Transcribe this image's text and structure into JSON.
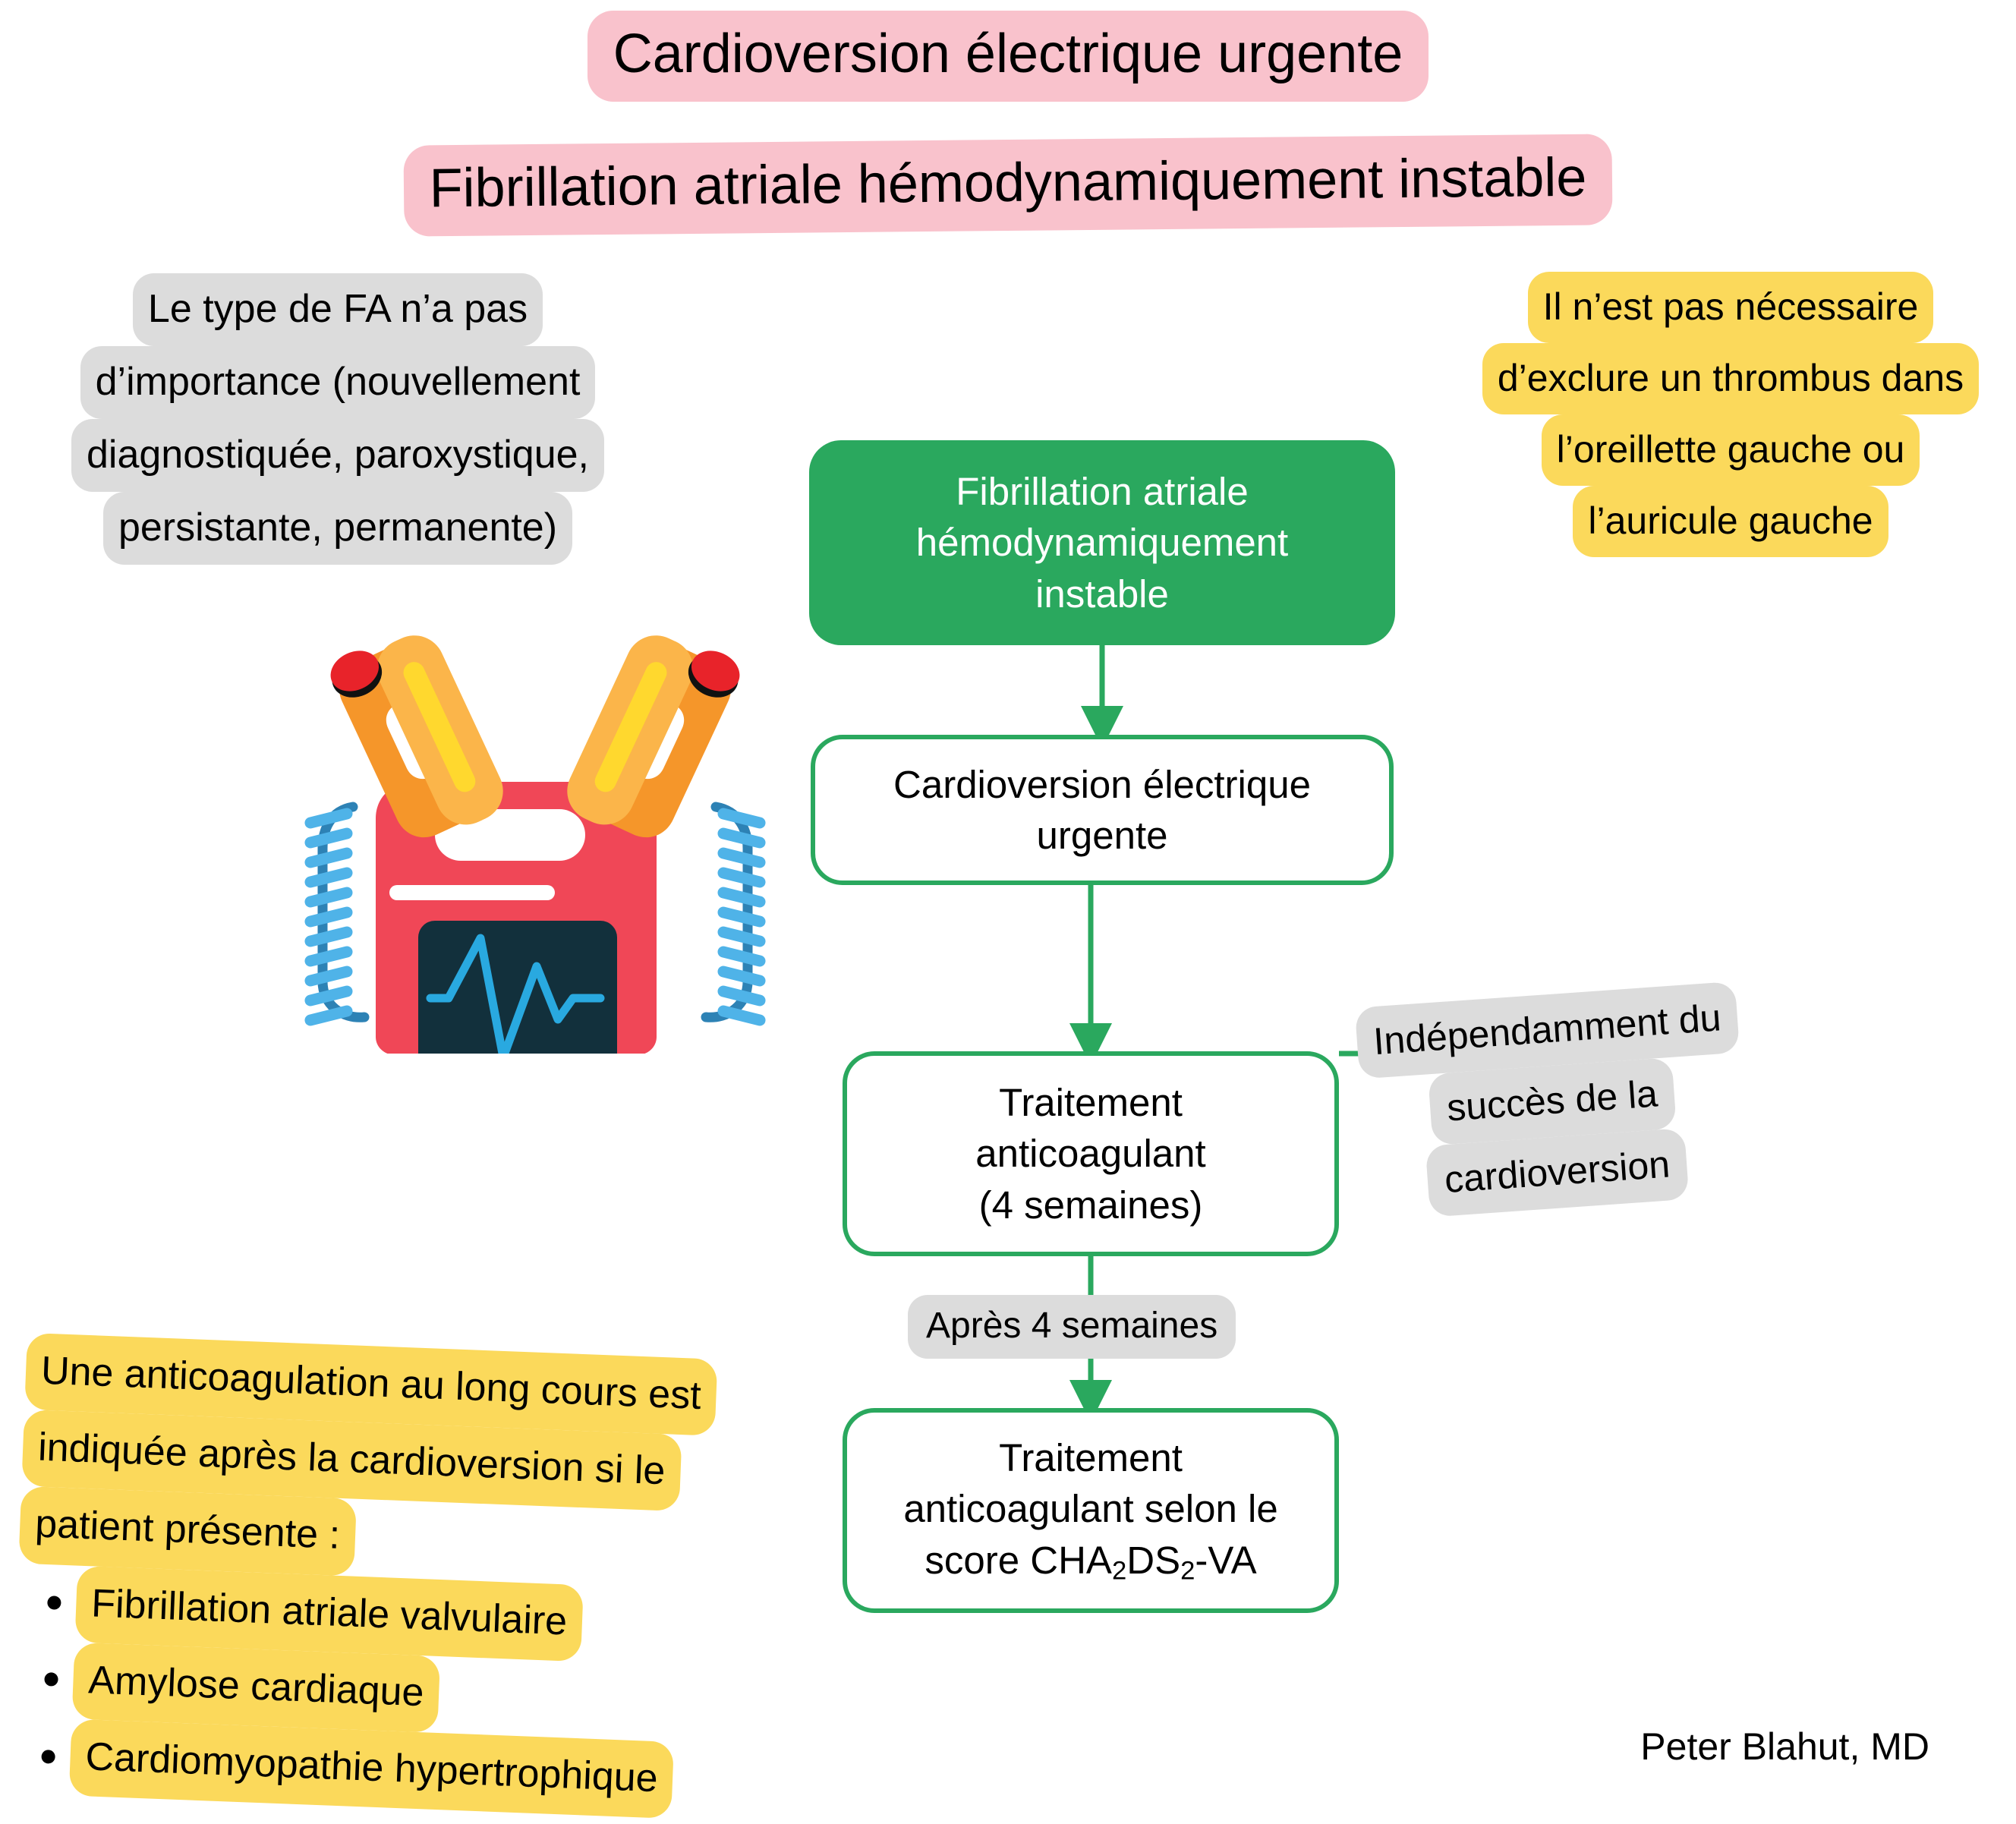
{
  "titles": {
    "line1": "Cardioversion électrique urgente",
    "line2": "Fibrillation atriale hémodynamiquement instable"
  },
  "colors": {
    "pink_highlight": "#f9c2cc",
    "grey_highlight": "#dcdcdc",
    "yellow_highlight": "#fbd95b",
    "flow_green": "#2aa85e",
    "box_text_on_green": "#ffffff",
    "defib_body_red": "#f04757",
    "defib_screen_dark": "#12303c",
    "defib_ecg_blue": "#29a9e0",
    "defib_paddle_orange": "#f5962a",
    "defib_paddle_light_orange": "#fbb54a",
    "defib_paddle_yellow": "#ffd82e",
    "defib_button_red": "#e8232a",
    "defib_cable_blue": "#4fb3e8",
    "defib_cable_dark_blue": "#2d82b5"
  },
  "notes": {
    "fa_type": {
      "lines": [
        "Le type de FA n’a pas",
        "d’importance (nouvellement",
        "diagnostiquée, paroxystique,",
        "persistante, permanente)"
      ]
    },
    "thrombus": {
      "lines": [
        "Il n’est pas nécessaire",
        "d’exclure un thrombus dans",
        "l’oreillette gauche ou",
        "l’auricule gauche"
      ]
    },
    "independent": {
      "lines": [
        "Indépendamment du",
        "succès de la",
        "cardioversion"
      ]
    },
    "after_four_weeks": {
      "lines": [
        "Après 4 semaines"
      ]
    },
    "long_term": {
      "lines": [
        "Une anticoagulation au long cours est",
        "indiquée après la cardioversion si le",
        "patient présente :"
      ],
      "bullets": [
        "Fibrillation atriale valvulaire",
        "Amylose cardiaque",
        "Cardiomyopathie hypertrophique"
      ]
    }
  },
  "flow": {
    "start": {
      "lines": [
        "Fibrillation atriale",
        "hémodynamiquement",
        "instable"
      ]
    },
    "cardioversion": {
      "lines": [
        "Cardioversion électrique",
        "urgente"
      ]
    },
    "anticoagulation": {
      "lines": [
        "Traitement",
        "anticoagulant",
        "(4 semaines)"
      ]
    },
    "score": {
      "line1": "Traitement",
      "line2": "anticoagulant selon le",
      "score_prefix": "score CHA",
      "score_sub1": "2",
      "score_mid": "DS",
      "score_sub2": "2",
      "score_suffix": "-VA"
    }
  },
  "illustration": {
    "name": "defibrillator-illustration"
  },
  "signature": "Peter Blahut, MD"
}
